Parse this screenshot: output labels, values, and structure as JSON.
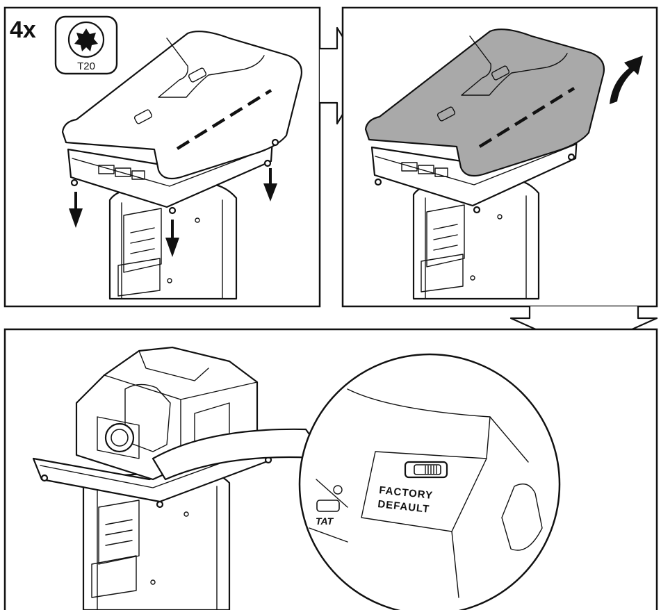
{
  "step1": {
    "quantity_label": "4x",
    "tool_icon": "torx-screwdriver-icon",
    "tool_size_label": "T20"
  },
  "step3": {
    "switch_label_line1": "FACTORY",
    "switch_label_line2": "DEFAULT",
    "side_label": "TAT"
  },
  "colors": {
    "line": "#111111",
    "cover_removed_fill": "#a9a9a9",
    "background": "#ffffff"
  }
}
